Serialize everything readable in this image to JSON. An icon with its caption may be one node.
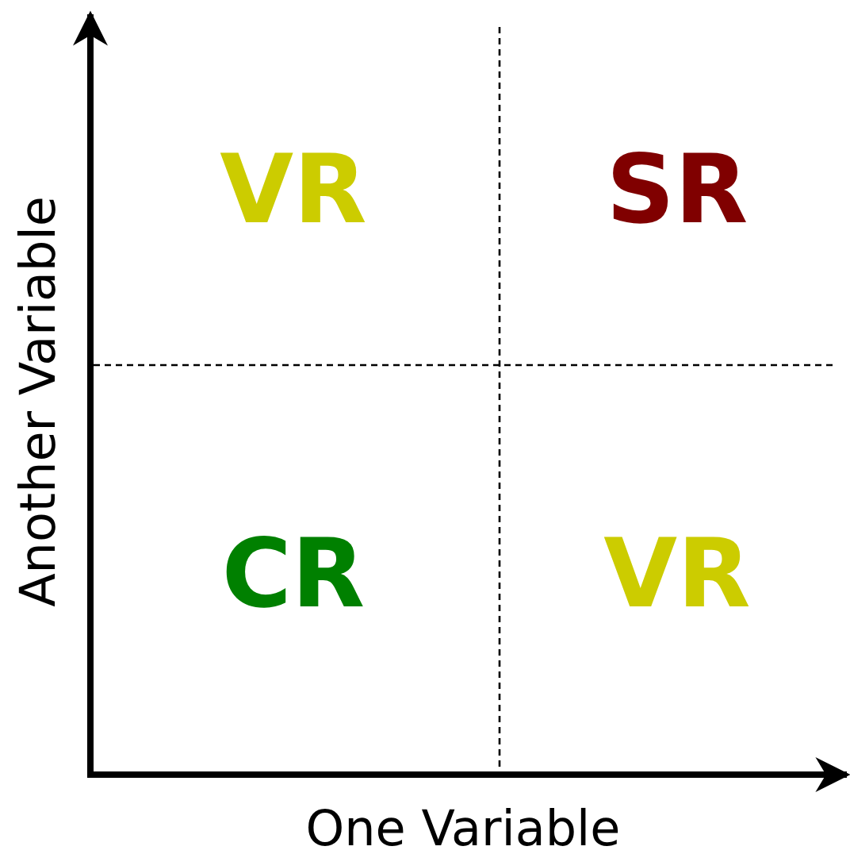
{
  "diagram": {
    "labels": [
      "VR",
      "SR",
      "CR",
      "VR",
      "Another Variable",
      "One Variable"
    ]
  }
}
